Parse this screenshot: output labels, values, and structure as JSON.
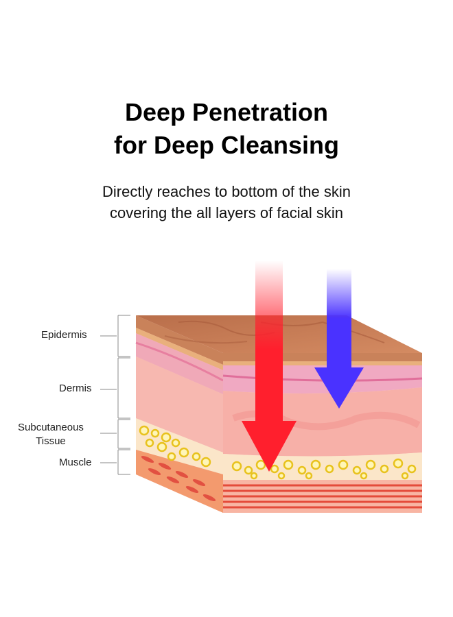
{
  "heading": {
    "line1": "Deep Penetration",
    "line2": "for Deep Cleansing"
  },
  "subheading": {
    "line1": "Directly reaches to bottom of the skin",
    "line2": "covering the all layers of facial skin"
  },
  "layers": [
    {
      "label": "Epidermis"
    },
    {
      "label": "Dermis"
    },
    {
      "label": "Subcutaneous",
      "label2": "Tissue"
    },
    {
      "label": "Muscle"
    }
  ],
  "colors": {
    "red_arrow": "#ff1f2d",
    "blue_arrow": "#4a32ff",
    "epidermis": "#c9825a",
    "dermis": "#f4a9a5",
    "fat": "#f2d23a",
    "muscle": "#e0443a"
  }
}
